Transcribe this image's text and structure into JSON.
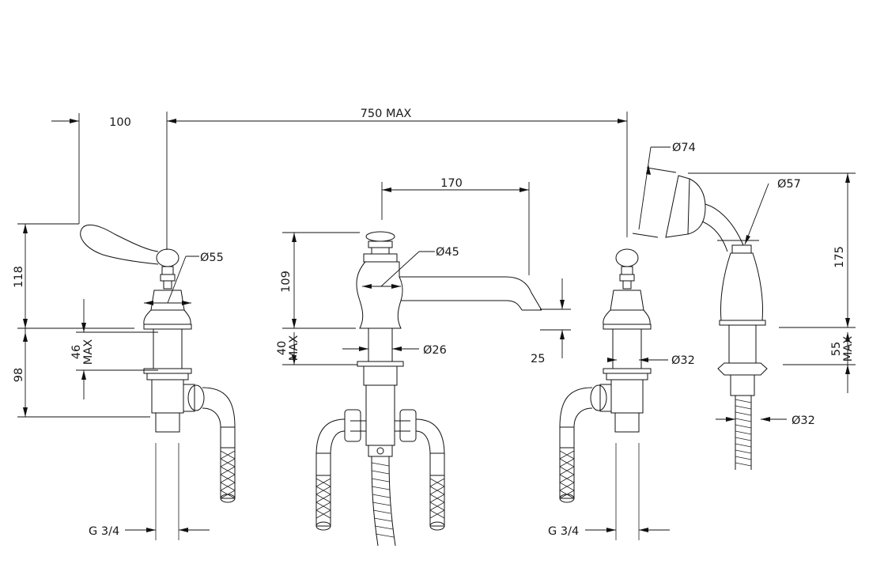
{
  "colors": {
    "line": "#111111",
    "background": "#ffffff"
  },
  "dims": {
    "d100": "100",
    "d750": "750 MAX",
    "d170": "170",
    "d74": "Ø74",
    "d57": "Ø57",
    "d55": "Ø55",
    "d45": "Ø45",
    "d118": "118",
    "d109": "109",
    "d175": "175",
    "d46": "46",
    "max1": "MAX",
    "d98": "98",
    "d40": "40",
    "max2": "MAX",
    "d26": "Ø26",
    "d25": "25",
    "d32a": "Ø32",
    "d55b": "55",
    "max3": "MAX",
    "d32b": "Ø32",
    "g1": "G 3/4",
    "g2": "G 3/4"
  }
}
